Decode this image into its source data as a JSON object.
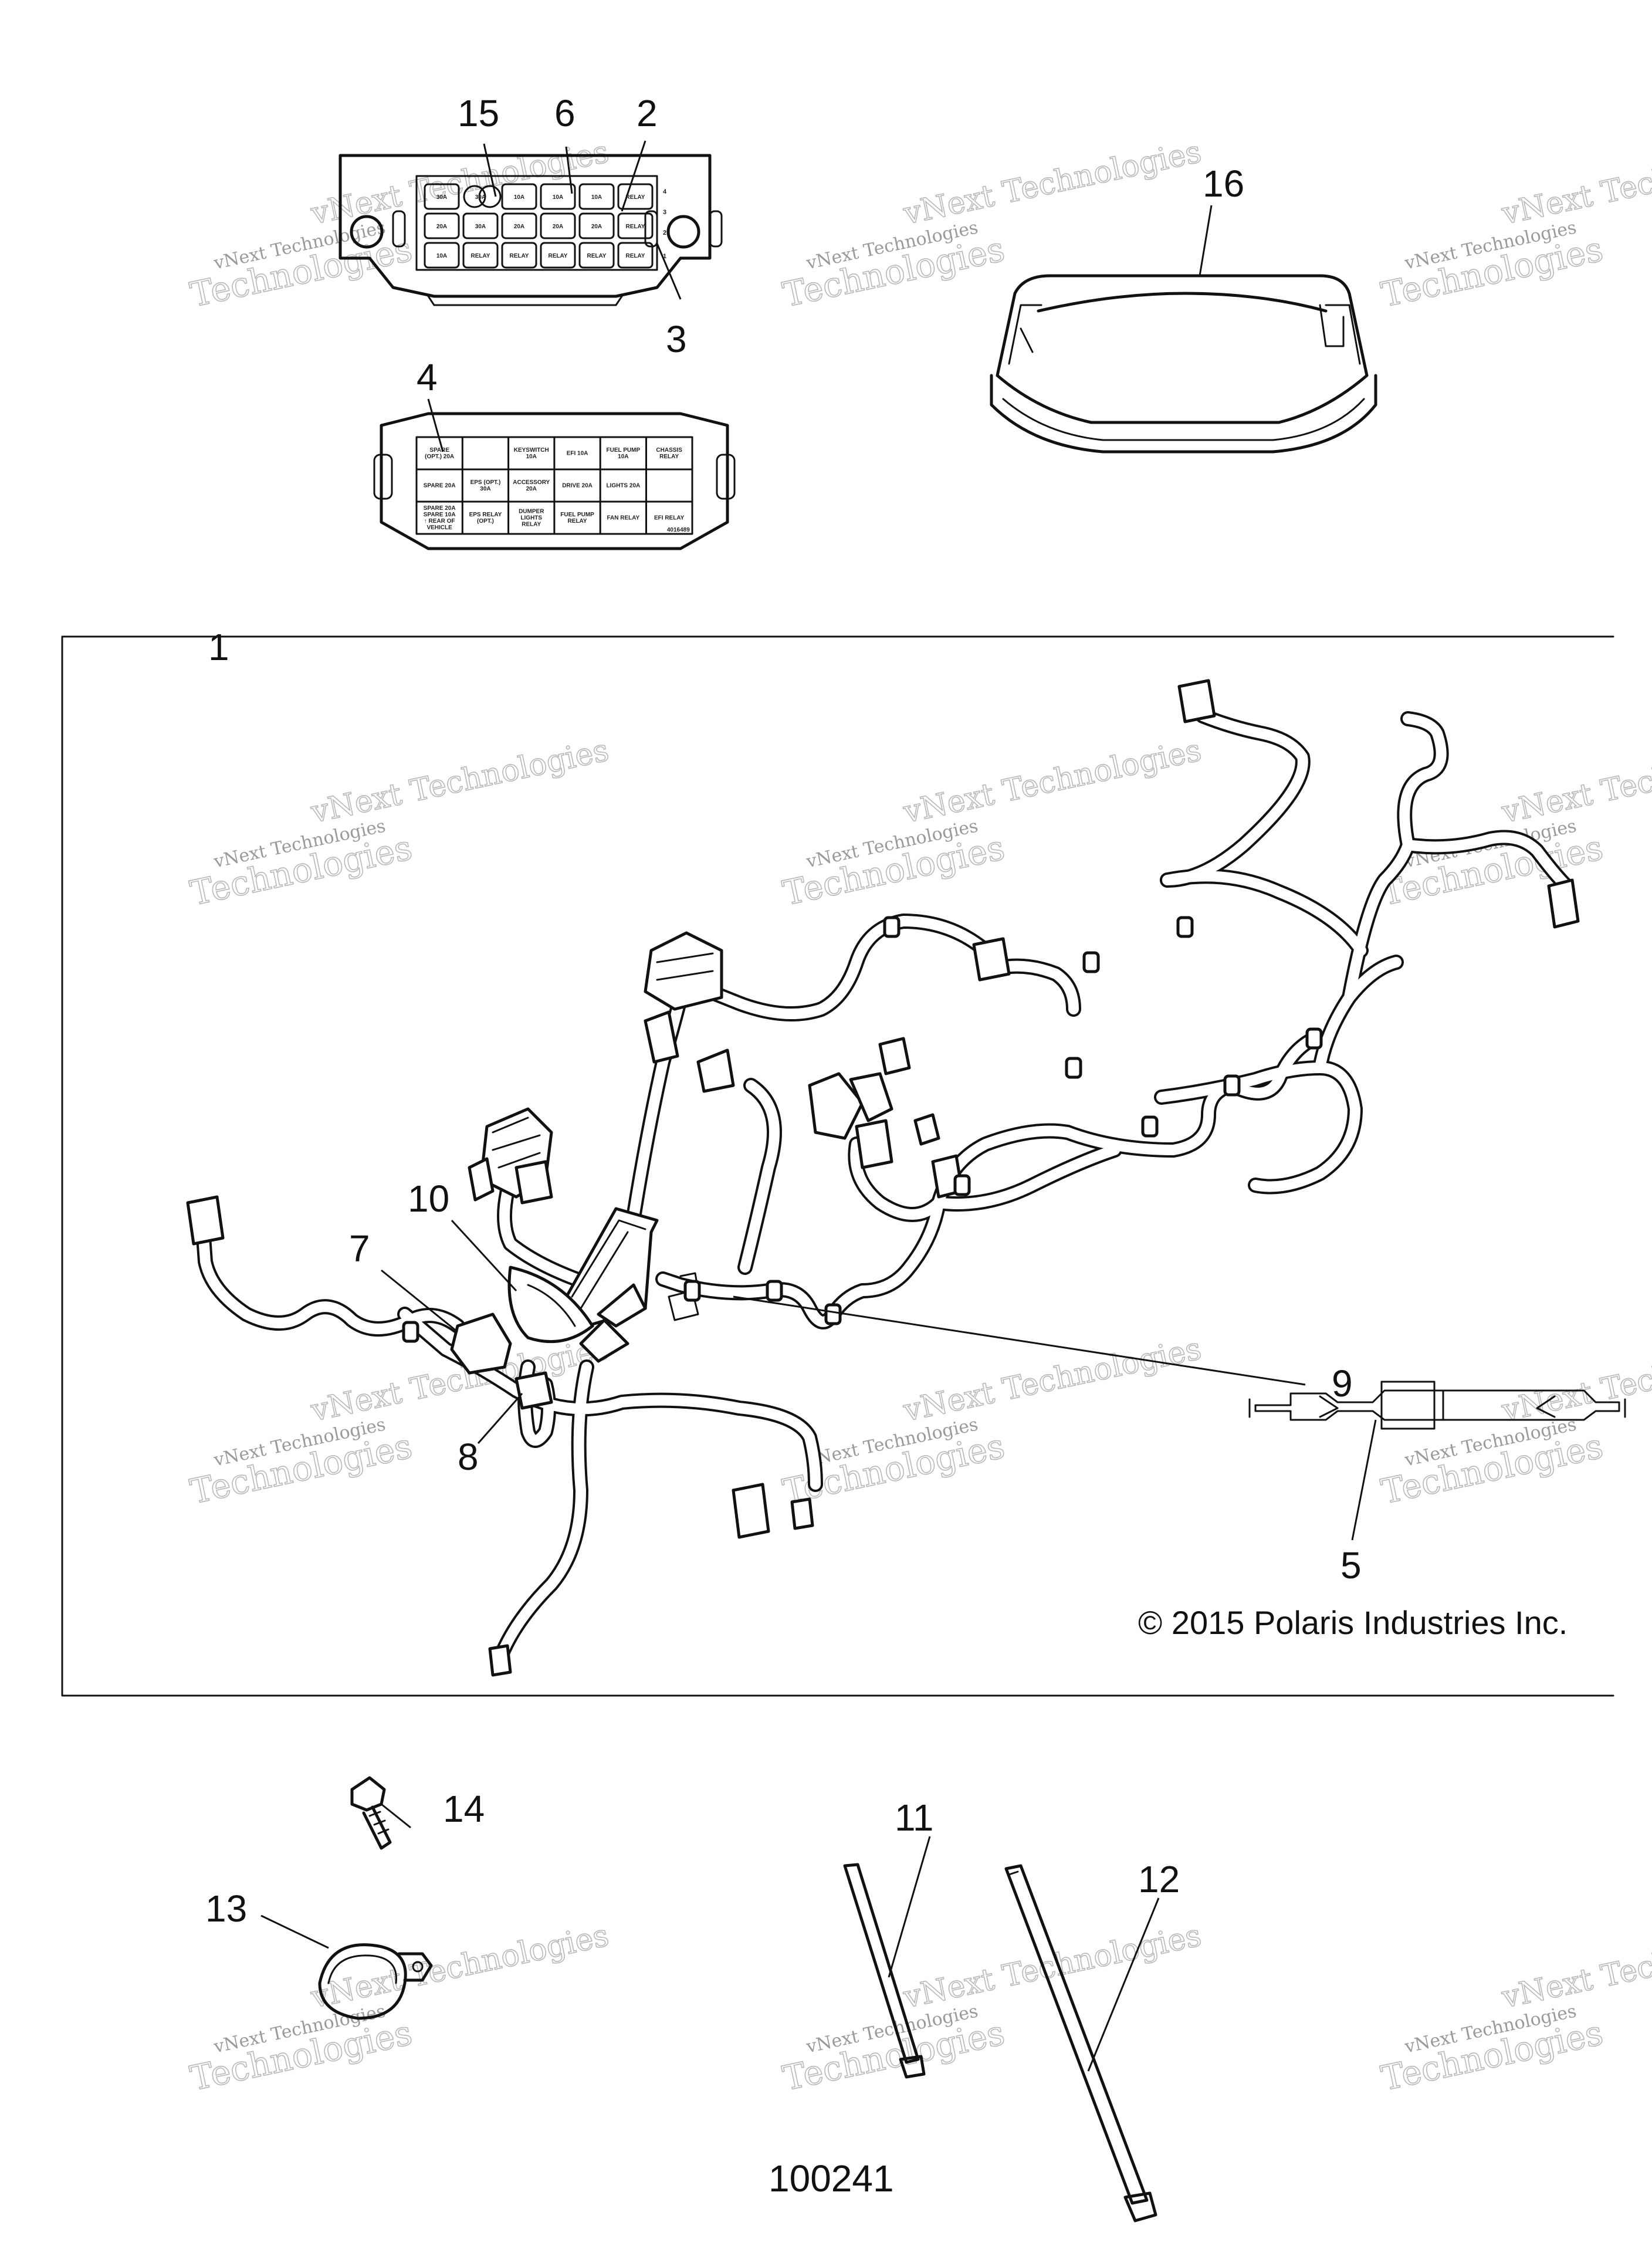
{
  "diagram": {
    "callouts": [
      "15",
      "6",
      "2",
      "3",
      "16",
      "4",
      "1",
      "10",
      "7",
      "9",
      "8",
      "5",
      "14",
      "13",
      "11",
      "12"
    ],
    "copyright": "© 2015 Polaris Industries Inc.",
    "reference_number": "100241",
    "watermark": {
      "line1": "vNext Technologies",
      "line2": "Technologies"
    }
  },
  "fuse_box_top": {
    "row1": [
      "30A",
      "30A",
      "10A",
      "10A",
      "10A",
      "RELAY"
    ],
    "row2": [
      "20A",
      "30A",
      "20A",
      "20A",
      "20A",
      "RELAY"
    ],
    "row3": [
      "10A",
      "RELAY",
      "RELAY",
      "RELAY",
      "RELAY",
      "RELAY"
    ],
    "side_numbers": [
      "4",
      "3",
      "2",
      "1"
    ]
  },
  "fuse_cover_label": {
    "r1": [
      "SPARE (OPT.) 20A",
      "",
      "KEYSWITCH 10A",
      "EFI 10A",
      "FUEL PUMP 10A",
      "CHASSIS RELAY"
    ],
    "r2": [
      "SPARE 20A",
      "EPS (OPT.) 30A",
      "ACCESSORY 20A",
      "DRIVE 20A",
      "LIGHTS 20A",
      ""
    ],
    "r3": [
      "SPARE 20A SPARE 10A ↑ REAR OF VEHICLE",
      "EPS RELAY (OPT.)",
      "DUMPER LIGHTS RELAY",
      "FUEL PUMP RELAY",
      "FAN RELAY",
      "EFI RELAY"
    ],
    "part_no": "4016489"
  }
}
